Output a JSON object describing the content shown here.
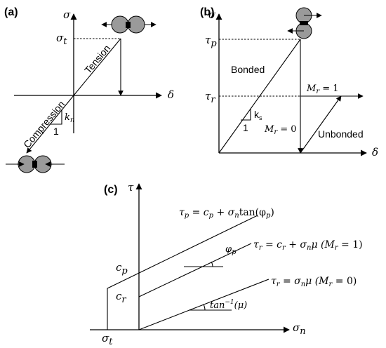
{
  "panel_a": {
    "label": "(a)",
    "y_axis": "σ",
    "x_axis": "δ",
    "sigma_t": "σ",
    "sigma_t_sub": "t",
    "tension": "Tension",
    "compression": "Compression",
    "kn": "k",
    "kn_sub": "n",
    "slope_one": "1"
  },
  "panel_b": {
    "label": "(b)",
    "y_axis": "σ",
    "x_axis": "δ",
    "tau_p": "τ",
    "tau_p_sub": "p",
    "tau_r": "τ",
    "tau_r_sub": "r",
    "bonded": "Bonded",
    "unbonded": "Unbonded",
    "ks": "k",
    "ks_sub": "s",
    "slope_one": "1",
    "mr1": "M",
    "mr1_sub": "r",
    "mr1_val": " = 1",
    "mr0": "M",
    "mr0_sub": "r",
    "mr0_val": " = 0"
  },
  "panel_c": {
    "label": "(c)",
    "y_axis": "τ",
    "x_axis": "σ",
    "x_axis_sub": "n",
    "cp": "c",
    "cp_sub": "p",
    "cr": "c",
    "cr_sub": "r",
    "sigma_t": "σ",
    "sigma_t_sub": "t",
    "phi_p": "φ",
    "phi_p_sub": "p",
    "tan_mu": "tan",
    "tan_mu_sup": "−1",
    "tan_mu_arg": "(μ)",
    "eq1": {
      "lhs": "τ",
      "lhs_sub": "p",
      "rhs": " = c",
      "rhs_sub": "p",
      "rest": " + σ",
      "rest_sub": "n",
      "tail": "tan(φ",
      "tail_sub": "p",
      "end": ")"
    },
    "eq2": {
      "lhs": "τ",
      "lhs_sub": "r",
      "rhs": " = c",
      "rhs_sub": "r",
      "rest": " + σ",
      "rest_sub": "n",
      "tail": "μ  (M",
      "tail_sub": "r",
      "end": " = 1)"
    },
    "eq3": {
      "lhs": "τ",
      "lhs_sub": "r",
      "rhs": " = σ",
      "rhs_sub": "n",
      "rest": "μ  (M",
      "rest_sub": "r",
      "end": " = 0)"
    }
  }
}
